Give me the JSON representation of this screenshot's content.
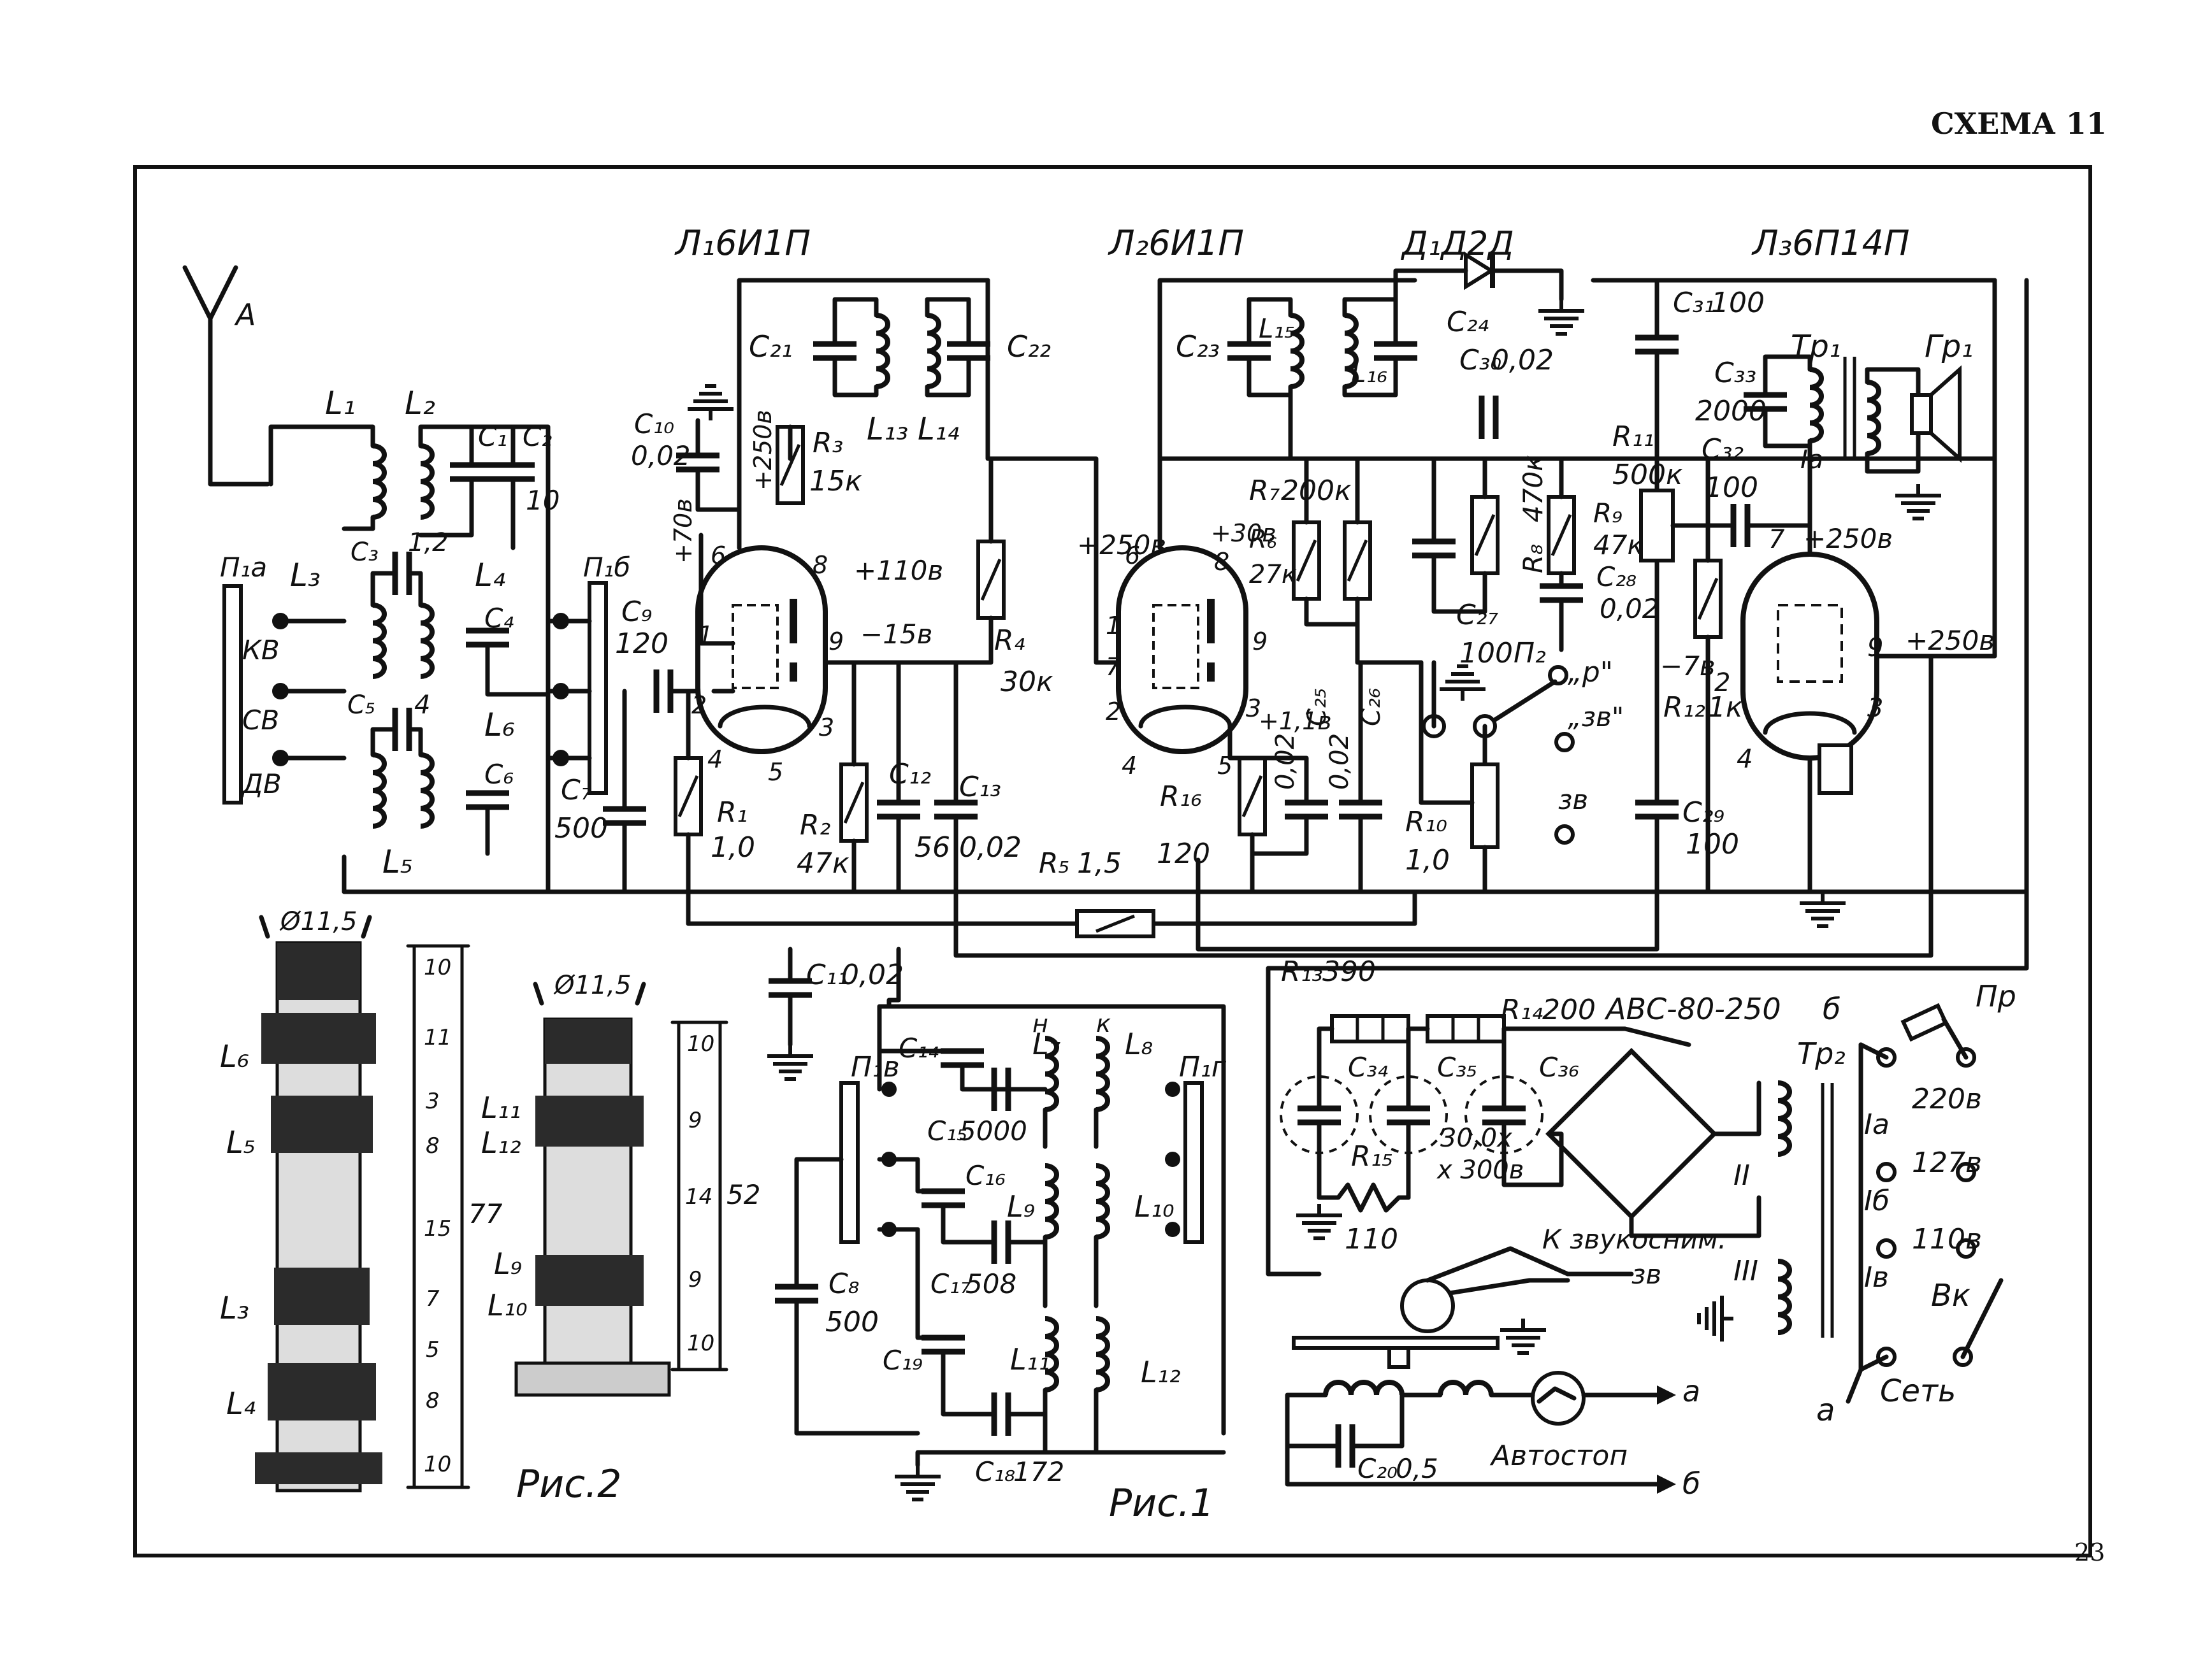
{
  "header": {
    "schema_label": "СХЕМА 11",
    "page_number": "23"
  },
  "figures": {
    "fig1": "Рис.1",
    "fig2": "Рис.2"
  },
  "tubes": [
    {
      "id": "L1",
      "label": "Л₁6И1П"
    },
    {
      "id": "L2",
      "label": "Л₂6И1П"
    },
    {
      "id": "L3",
      "label": "Л₃6П14П"
    }
  ],
  "diode": {
    "label": "Д₁Д2Д"
  },
  "antenna": {
    "label": "А"
  },
  "switch_labels": {
    "p1a": "П₁а",
    "p1b": "П₁б",
    "p1v": "П₁в",
    "p1g": "П₁г",
    "p2": "П₂",
    "kv": "КВ",
    "sv": "СВ",
    "dv": "ДВ",
    "r": "„р\"",
    "zv_q": "„зв\"",
    "zv": "зв"
  },
  "coil_labels": {
    "L1": "L₁",
    "L2": "L₂",
    "L3": "L₃",
    "L4": "L₄",
    "L5": "L₅",
    "L6": "L₆",
    "L7": "L₇",
    "L8": "L₈",
    "L9": "L₉",
    "L10": "L₁₀",
    "L11": "L₁₁",
    "L12": "L₁₂",
    "L13": "L₁₃",
    "L14": "L₁₄",
    "L15": "L₁₅",
    "L16": "L₁₆"
  },
  "components": {
    "C1": "C₁",
    "C2": "C₂",
    "C2v": "10",
    "C3": "C₃",
    "C3v": "1,2",
    "C4": "C₄",
    "C5": "C₅",
    "C5v": "4",
    "C6": "C₆",
    "C7": "C₇",
    "C7v": "500",
    "C8": "C₈",
    "C8v": "500",
    "C9": "C₉",
    "C9v": "120",
    "C10": "C₁₀",
    "C10v": "0,02",
    "C11": "C₁₁",
    "C11v": "0,02",
    "C12": "C₁₂",
    "C12v": "56",
    "C13": "C₁₃",
    "C13v": "0,02",
    "C14": "C₁₄",
    "C15": "C₁₅",
    "C15v": "5000",
    "C16": "C₁₆",
    "C17": "C₁₇",
    "C17v": "508",
    "C18": "C₁₈",
    "C18v": "172",
    "C19": "C₁₉",
    "C20": "C₂₀",
    "C20v": "0,5",
    "C21": "C₂₁",
    "C22": "C₂₂",
    "C23": "C₂₃",
    "C24": "C₂₄",
    "C25": "C₂₅",
    "C25v": "0,02",
    "C26": "C₂₆",
    "C26v": "0,02",
    "C27": "C₂₇",
    "C27v": "100",
    "C28": "C₂₈",
    "C28v": "0,02",
    "C29": "C₂₉",
    "C29v": "100",
    "C30": "C₃₀",
    "C30v": "0,02",
    "C31": "C₃₁",
    "C31v": "100",
    "C32": "C₃₂",
    "C32v": "100",
    "C33": "C₃₃",
    "C33v": "2000",
    "C34": "C₃₄",
    "C35": "C₃₅",
    "C36": "C₃₆",
    "C35v": "30,0х",
    "C35v2": "х 300в",
    "R1": "R₁",
    "R1v": "1,0",
    "R2": "R₂",
    "R2v": "47к",
    "R3": "R₃",
    "R3v": "15к",
    "R4": "R₄",
    "R4v": "30к",
    "R5": "R₅",
    "R5v": "1,5",
    "R6": "R₆",
    "R6v": "27к",
    "R7": "R₇",
    "R7v": "200к",
    "R8": "R₈",
    "R8v": "470к",
    "R9": "R₉",
    "R9v": "47к",
    "R10": "R₁₀",
    "R10v": "1,0",
    "R11": "R₁₁",
    "R11v": "500к",
    "R12": "R₁₂",
    "R12v": "1к",
    "R13": "R₁₃",
    "R13v": "390",
    "R14": "R₁₄",
    "R14v": "200",
    "R15": "R₁₅",
    "R15v": "110",
    "R16": "R₁₆",
    "R16v": "120"
  },
  "voltages": {
    "v70": "+70в",
    "v250a": "+250в",
    "v110": "+110в",
    "vm15": "−15в",
    "v250b": "+250в",
    "v30": "+30в",
    "v11": "+1,1в",
    "vm7": "−7в",
    "v250c": "+250в",
    "v250d": "+250в"
  },
  "power": {
    "rectifier": "АВС-80-250",
    "tr1": "Тр₁",
    "gr1": "Гр₁",
    "tr2": "Тр₂",
    "pr": "Пр",
    "taps": [
      "220в",
      "127в",
      "110в"
    ],
    "windings": [
      "Iа",
      "Iб",
      "Iв",
      "II",
      "III"
    ],
    "vk": "Вк",
    "set": "Сеть",
    "a": "а",
    "b": "б"
  },
  "pickup": {
    "label": "К звукосним.",
    "sub": "зв",
    "autostop": "Автостоп"
  },
  "coil_dims": {
    "fig1": {
      "diameter": "Ø11,5",
      "sections": [
        "10",
        "11",
        "3",
        "8",
        "15",
        "7",
        "5",
        "8",
        "10"
      ],
      "total": "77"
    },
    "fig2": {
      "diameter": "Ø11,5",
      "sections": [
        "10",
        "9",
        "14",
        "9",
        "10"
      ],
      "total": "52"
    }
  },
  "pins": {
    "p1": "1",
    "p2": "2",
    "p3": "3",
    "p4": "4",
    "p5": "5",
    "p6": "6",
    "p7": "7",
    "p8": "8",
    "p9": "9",
    "n": "н",
    "k": "к"
  }
}
